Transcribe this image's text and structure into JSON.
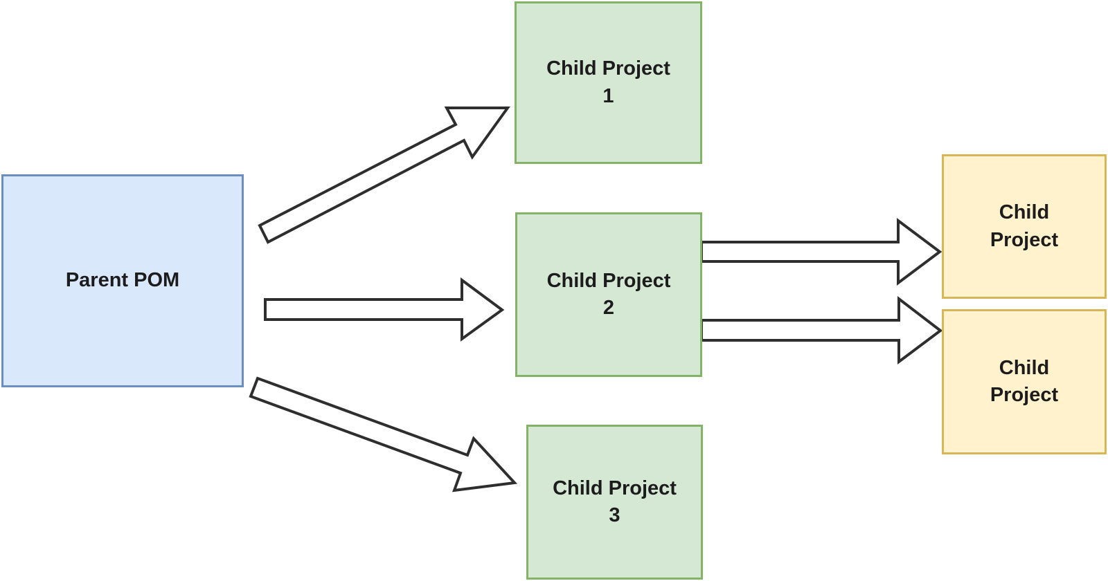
{
  "diagram": {
    "type": "flow-diagram",
    "background": "#ffffff",
    "colors": {
      "parent_fill": "#dae8fc",
      "parent_border": "#6c8ebf",
      "child_fill": "#d5e8d4",
      "child_border": "#82b366",
      "grandchild_fill": "#fff2cc",
      "grandchild_border": "#d6b656",
      "arrow_fill": "#ffffff",
      "arrow_stroke": "#2e2e2e",
      "text": "#1c1c1c"
    },
    "nodes": {
      "parent": {
        "label": "Parent POM",
        "lines": {
          "l1": "Parent POM"
        }
      },
      "child1": {
        "label": "Child Project 1",
        "lines": {
          "l1": "Child Project",
          "l2": "1"
        }
      },
      "child2": {
        "label": "Child Project 2",
        "lines": {
          "l1": "Child Project",
          "l2": "2"
        }
      },
      "child3": {
        "label": "Child Project 3",
        "lines": {
          "l1": "Child Project",
          "l2": "3"
        }
      },
      "grandchild1": {
        "label": "Child Project",
        "lines": {
          "l1": "Child",
          "l2": "Project"
        }
      },
      "grandchild2": {
        "label": "Child Project",
        "lines": {
          "l1": "Child",
          "l2": "Project"
        }
      }
    },
    "edges": [
      {
        "from": "Parent POM",
        "to": "Child Project 1"
      },
      {
        "from": "Parent POM",
        "to": "Child Project 2"
      },
      {
        "from": "Parent POM",
        "to": "Child Project 3"
      },
      {
        "from": "Child Project 2",
        "to": "Child Project (top right)"
      },
      {
        "from": "Child Project 2",
        "to": "Child Project (bottom right)"
      }
    ]
  }
}
